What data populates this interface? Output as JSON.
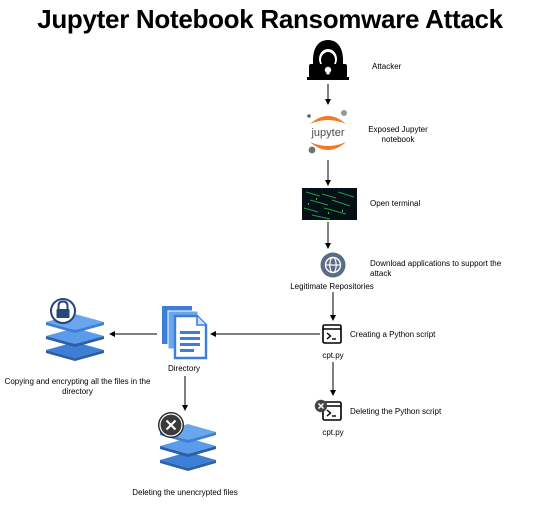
{
  "title": "Jupyter Notebook Ransomware Attack",
  "nodes": {
    "attacker": {
      "label": "Attacker",
      "icon": "hooded-hacker-icon"
    },
    "jupyter": {
      "label": "Exposed Jupyter notebook",
      "logo_text": "jupyter",
      "icon": "jupyter-logo"
    },
    "terminal": {
      "label": "Open terminal",
      "icon": "terminal-screen-icon"
    },
    "repos": {
      "label": "Legitimate Repositories",
      "description": "Download applications to support the attack",
      "icon": "globe-icon"
    },
    "create_script": {
      "label": "Creating a Python script",
      "filename": "cpt.py",
      "icon": "terminal-window-icon"
    },
    "delete_script": {
      "label": "Deleting the Python script",
      "filename": "cpt.py",
      "icon": "terminal-window-delete-icon"
    },
    "directory": {
      "label": "Directory",
      "icon": "documents-icon"
    },
    "encrypt": {
      "label": "Copying and encrypting all the files in the directory",
      "icon": "locked-layers-icon"
    },
    "delete_files": {
      "label": "Deleting the unencrypted files",
      "icon": "deleted-layers-icon"
    }
  },
  "colors": {
    "blue": "#3d7fd6",
    "blue_light": "#6aa6ee",
    "navy": "#27467a",
    "orange": "#f37726",
    "grey": "#5a5a5a"
  }
}
